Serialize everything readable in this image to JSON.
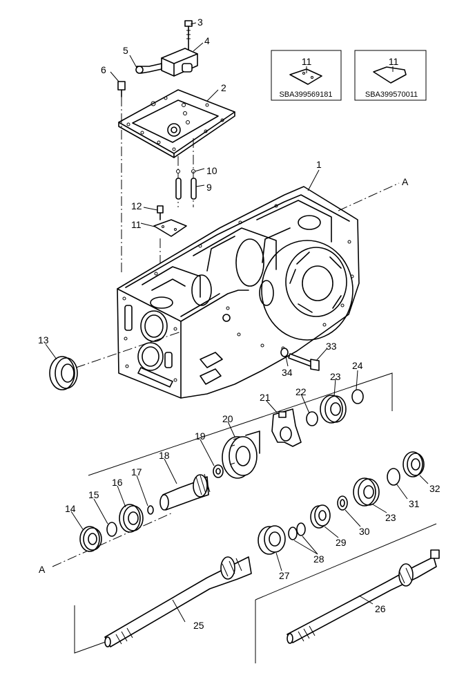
{
  "diagram": {
    "callouts": {
      "c1": "1",
      "c2": "2",
      "c3": "3",
      "c4": "4",
      "c5": "5",
      "c6": "6",
      "c9": "9",
      "c10": "10",
      "c11": "11",
      "c12": "12",
      "c13": "13",
      "c14": "14",
      "c15": "15",
      "c16": "16",
      "c17": "17",
      "c18": "18",
      "c19": "19",
      "c20": "20",
      "c21": "21",
      "c22": "22",
      "c23": "23",
      "c24": "24",
      "c25": "25",
      "c26": "26",
      "c27": "27",
      "c28": "28",
      "c29": "29",
      "c30": "30",
      "c31": "31",
      "c32": "32",
      "c33": "33",
      "c34": "34"
    },
    "section_markers": {
      "upper": "A",
      "lower": "A"
    },
    "variant_boxes": [
      {
        "callout": "11",
        "code": "SBA399569181"
      },
      {
        "callout": "11",
        "code": "SBA399570011"
      }
    ]
  }
}
